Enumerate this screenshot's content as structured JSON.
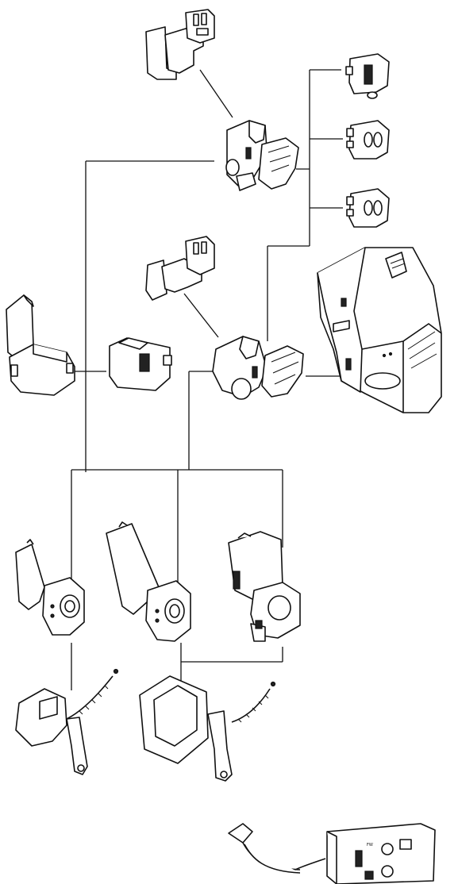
{
  "diagram": {
    "components": [
      {
        "id": "battery-adapter-top",
        "icon": "battery-adapter-icon"
      },
      {
        "id": "camera-mount-top",
        "icon": "camera-mount-icon"
      },
      {
        "id": "connector-plug-1",
        "icon": "connector-icon"
      },
      {
        "id": "connector-plug-2",
        "icon": "connector-icon"
      },
      {
        "id": "connector-plug-3",
        "icon": "connector-icon"
      },
      {
        "id": "battery-adapter-middle",
        "icon": "battery-adapter-icon"
      },
      {
        "id": "camera-housing",
        "icon": "camera-housing-icon"
      },
      {
        "id": "battery-pack",
        "icon": "battery-pack-icon"
      },
      {
        "id": "battery-base",
        "icon": "battery-base-icon"
      },
      {
        "id": "camera-mount-middle",
        "icon": "camera-mount-icon"
      },
      {
        "id": "lamp-battery-small",
        "icon": "lamp-battery-icon"
      },
      {
        "id": "lamp-battery-medium",
        "icon": "lamp-battery-icon"
      },
      {
        "id": "lamp-battery-large",
        "icon": "lamp-battery-icon"
      },
      {
        "id": "lamp-head-small",
        "icon": "lamp-head-icon"
      },
      {
        "id": "lamp-head-large",
        "icon": "lamp-head-icon"
      },
      {
        "id": "remote-sensor",
        "icon": "sensor-icon"
      },
      {
        "id": "control-panel",
        "icon": "control-panel-icon"
      }
    ]
  }
}
